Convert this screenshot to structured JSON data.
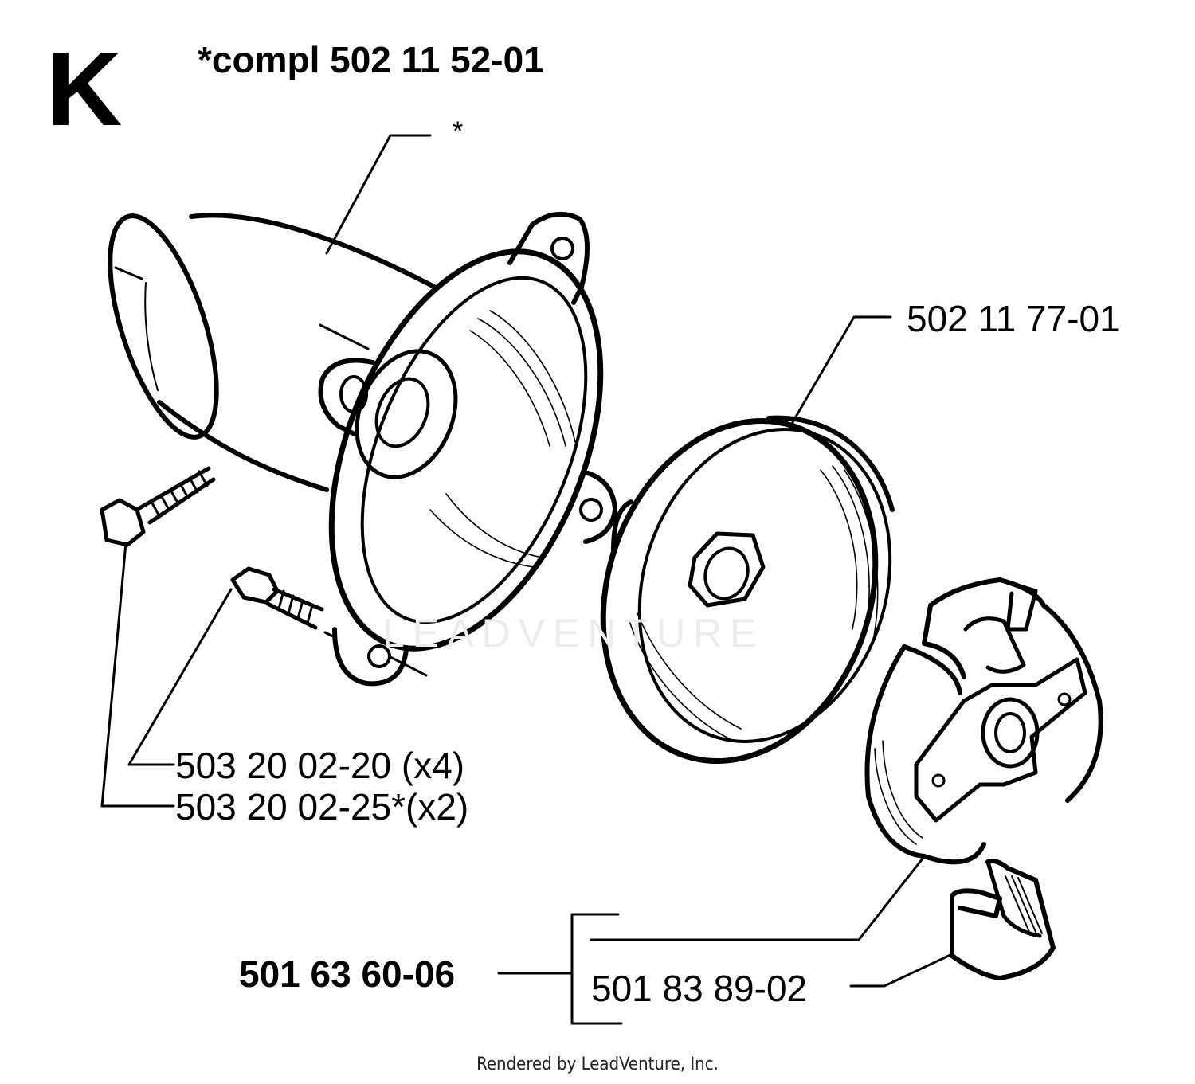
{
  "diagram": {
    "section_letter": "K",
    "kit_label": "*compl 502 11 52-01",
    "housing_callout": "*",
    "parts": {
      "clutch_drum": "502 11 77-01",
      "screw_a": "503 20 02-20 (x4)",
      "screw_b": "503 20 02-25*(x2)",
      "clutch_assembly": "501 63 60-06",
      "clutch_shoe": "501 83 89-02"
    }
  },
  "watermark": "LEADVENTURE",
  "footer": "Rendered by LeadVenture, Inc."
}
